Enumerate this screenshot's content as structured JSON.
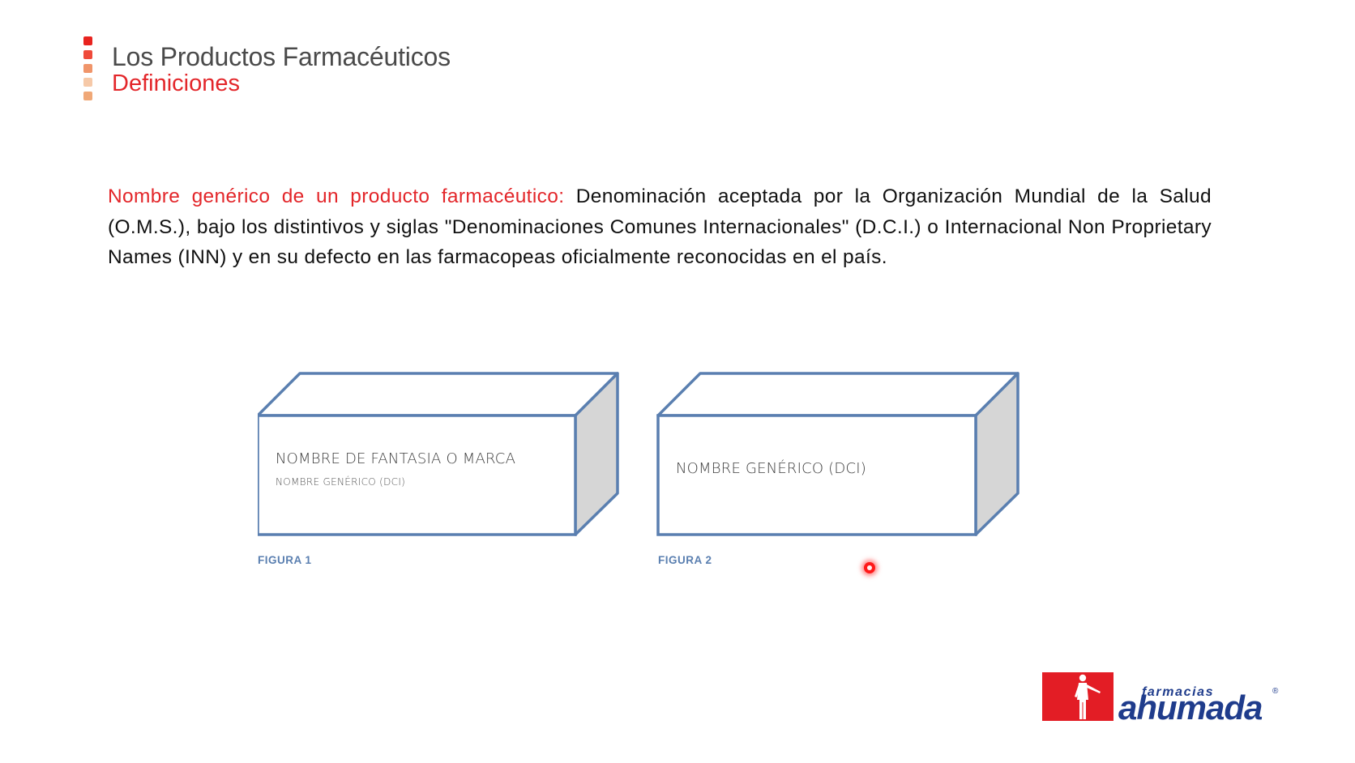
{
  "header": {
    "title": "Los Productos Farmacéuticos",
    "subtitle": "Definiciones"
  },
  "definition": {
    "term": "Nombre genérico de un producto farmacéutico:",
    "text": "Denominación aceptada por la Organización Mundial de la Salud (O.M.S.), bajo los distintivos y siglas \"Denominaciones Comunes Internacionales\" (D.C.I.) o Internacional Non Proprietary Names (INN) y en su defecto en las farmacopeas oficialmente reconocidas en el país."
  },
  "figures": [
    {
      "main_label": "NOMBRE DE FANTASIA O MARCA",
      "sub_label": "NOMBRE GENÉRICO (DCI)",
      "caption": "FIGURA 1"
    },
    {
      "main_label": "NOMBRE GENÉRICO (DCI)",
      "caption": "FIGURA 2"
    }
  ],
  "logo": {
    "small_text": "farmacias",
    "big_text": "ahumada",
    "registered": "®"
  },
  "colors": {
    "accent_red": "#e3262a",
    "box_stroke": "#5a7fb0",
    "box_side": "#d6d6d6",
    "logo_blue": "#1f3c8c",
    "logo_red": "#e31d25",
    "deco_1": "#e8231f",
    "deco_2": "#ef4a3a",
    "deco_3": "#f0956a",
    "deco_4": "#f6c9a8",
    "deco_5": "#f0a877"
  },
  "icons": {
    "title_marker": "stacked-squares-icon",
    "pointer": "laser-pointer-icon",
    "logo_figure": "person-silhouette-icon"
  }
}
